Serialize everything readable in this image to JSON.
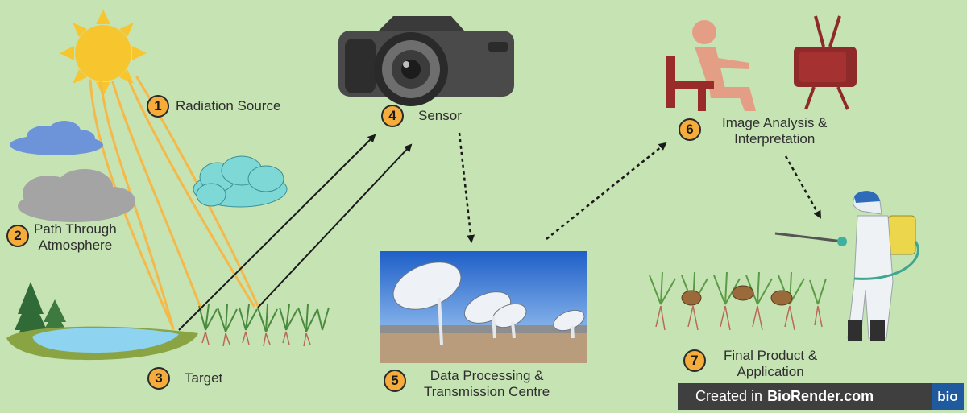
{
  "steps": [
    {
      "number": "1",
      "label": "Radiation Source"
    },
    {
      "number": "2",
      "label_line1": "Path Through",
      "label_line2": "Atmosphere"
    },
    {
      "number": "3",
      "label": "Target"
    },
    {
      "number": "4",
      "label": "Sensor"
    },
    {
      "number": "5",
      "label_line1": "Data Processing &",
      "label_line2": "Transmission Centre"
    },
    {
      "number": "6",
      "label_line1": "Image Analysis &",
      "label_line2": "Interpretation"
    },
    {
      "number": "7",
      "label_line1": "Final Product &",
      "label_line2": "Application"
    }
  ],
  "footer": {
    "prefix": "Created in",
    "brand": "BioRender.com",
    "badge": "bio"
  },
  "colors": {
    "background": "#c6e3b4",
    "badge": "#f6ac3a",
    "sun": "#f7c62f",
    "rays": "#f5b94a",
    "footer": "#3f3f3f"
  },
  "icons": [
    "sun-icon",
    "cloud-icon",
    "camera-icon",
    "radio-telescope-photo",
    "person-at-desk-icon",
    "tv-icon",
    "pond-icon",
    "tree-icon",
    "grass-icon",
    "sprayer-worker-icon",
    "pest-plants-icon"
  ]
}
